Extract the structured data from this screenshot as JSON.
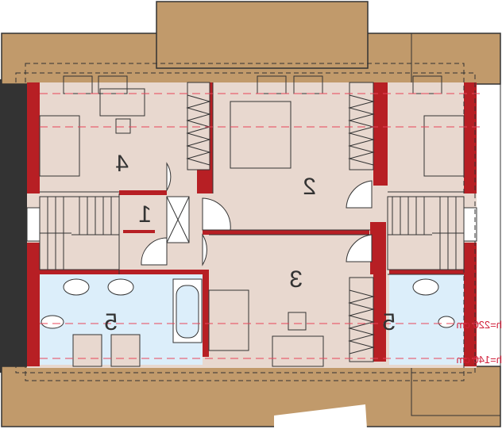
{
  "plan": {
    "rooms": [
      {
        "id": "1",
        "label": "1"
      },
      {
        "id": "2",
        "label": "2"
      },
      {
        "id": "3",
        "label": "3"
      },
      {
        "id": "4",
        "label": "4"
      },
      {
        "id": "5-left",
        "label": "5"
      },
      {
        "id": "5-right",
        "label": "5"
      }
    ],
    "height_lines": [
      {
        "label": "h=220 cm"
      },
      {
        "label": "h=140 cm"
      }
    ]
  },
  "colors": {
    "roof": "#c19a6b",
    "wall": "#b71f24",
    "floor": "#e8d8cf",
    "bathroom": "#dceefa",
    "outer_wall": "#333333",
    "height_line": "#e8455a"
  }
}
